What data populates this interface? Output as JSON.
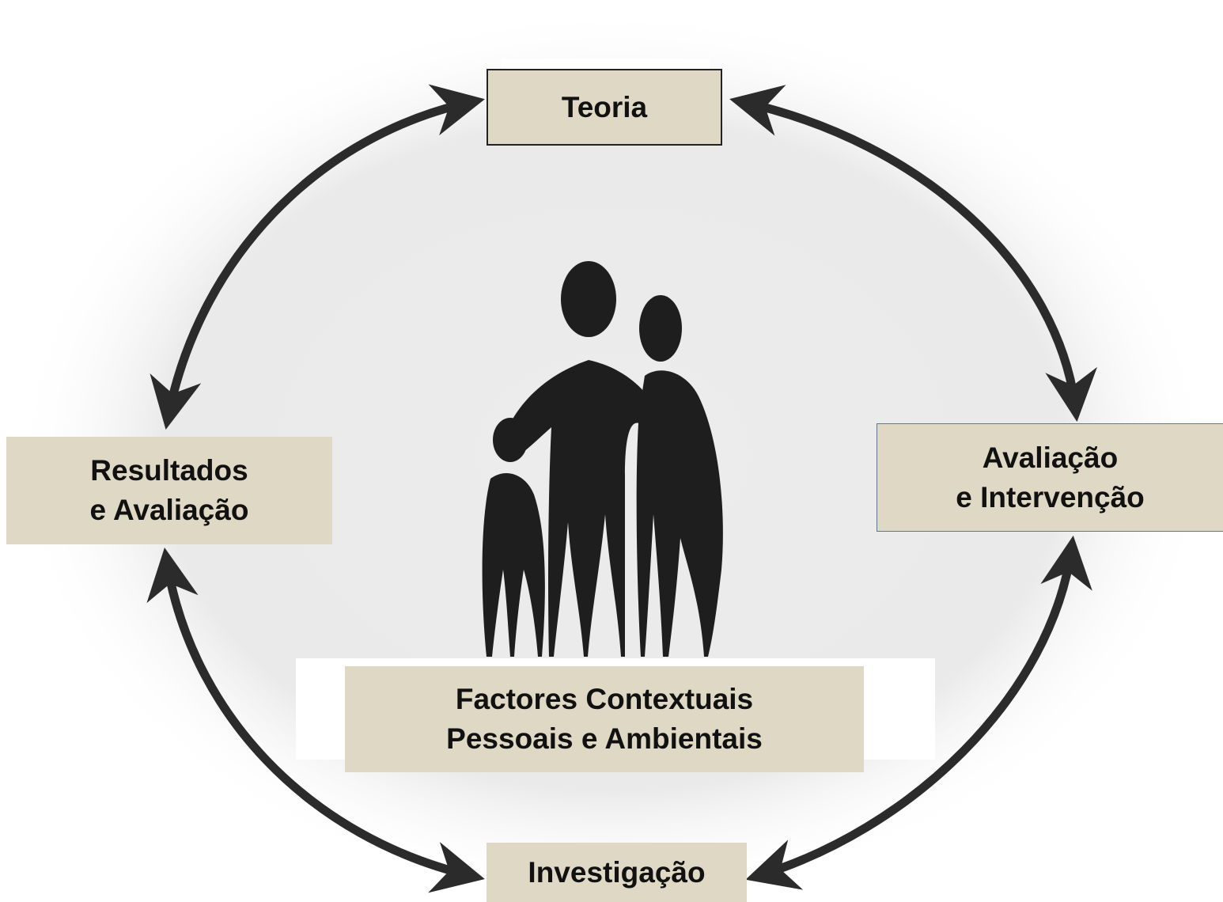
{
  "nodes": {
    "top": "Teoria",
    "right_line1": "Avaliação",
    "right_line2": "e Intervenção",
    "left_line1": "Resultados",
    "left_line2": "e Avaliação",
    "bottom": "Investigação",
    "center_line1": "Factores Contextuais",
    "center_line2": "Pessoais e Ambientais"
  },
  "edges": [
    {
      "from": "top",
      "to": "right",
      "direction": "both"
    },
    {
      "from": "right",
      "to": "bottom",
      "direction": "both"
    },
    {
      "from": "bottom",
      "to": "left",
      "direction": "both"
    },
    {
      "from": "left",
      "to": "top",
      "direction": "both"
    }
  ],
  "central_icon": "family-silhouette-icon",
  "colors": {
    "box_fill": "#ded8c4",
    "arrow": "#2b2b2b",
    "figure": "#1e1e1e",
    "right_box_border": "#4a7cb5"
  }
}
